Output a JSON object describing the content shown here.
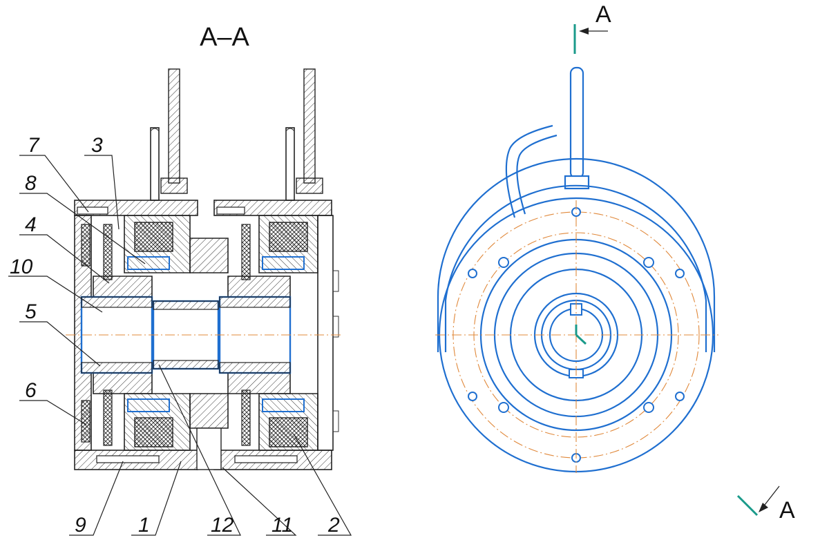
{
  "section_title": "A–A",
  "view_marker_top": "A",
  "view_marker_bottom": "A",
  "callouts": [
    {
      "id": "7",
      "text": "7"
    },
    {
      "id": "3",
      "text": "3"
    },
    {
      "id": "8",
      "text": "8"
    },
    {
      "id": "4",
      "text": "4"
    },
    {
      "id": "10",
      "text": "10"
    },
    {
      "id": "5",
      "text": "5"
    },
    {
      "id": "6",
      "text": "6"
    },
    {
      "id": "9",
      "text": "9"
    },
    {
      "id": "1",
      "text": "1"
    },
    {
      "id": "12",
      "text": "12"
    },
    {
      "id": "11",
      "text": "11"
    },
    {
      "id": "2",
      "text": "2"
    }
  ],
  "colors": {
    "outline": "#222222",
    "blue": "#1f6fd0",
    "centerline": "#e0883a",
    "marker": "#1a9a8a"
  }
}
